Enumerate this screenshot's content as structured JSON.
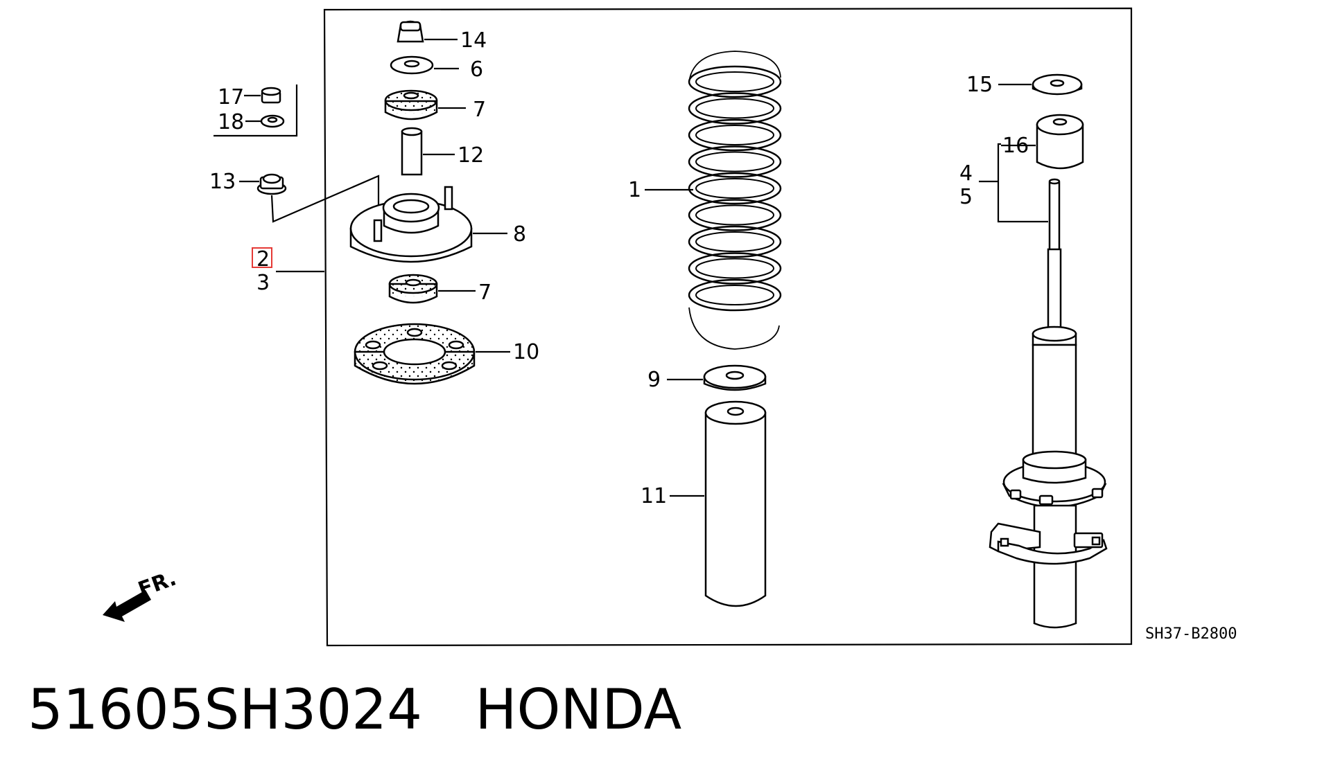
{
  "diagram_code": "SH37-B2800",
  "direction_label": "FR.",
  "callouts": [
    "1",
    "2",
    "3",
    "4",
    "5",
    "6",
    "7",
    "7",
    "8",
    "9",
    "10",
    "11",
    "12",
    "13",
    "14",
    "15",
    "16",
    "17",
    "18"
  ],
  "caption": {
    "part_number": "51605SH3024",
    "brand": "HONDA"
  },
  "highlight_color": "#e53935"
}
